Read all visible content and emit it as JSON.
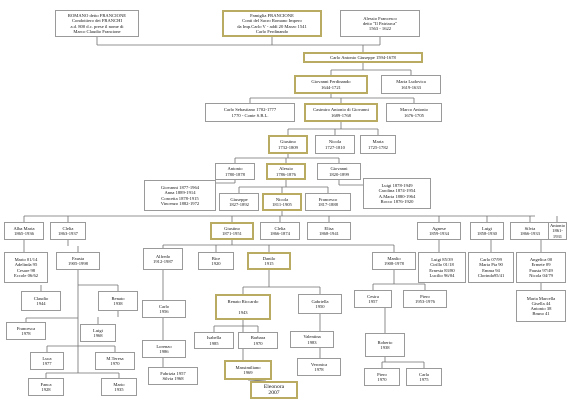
{
  "colors": {
    "line": "#6f6f6f",
    "box_border": "#9a9a9a",
    "highlight_border": "#b9ac62",
    "background": "#ffffff"
  },
  "nodes": {
    "n01": "ROMANO detto FRANCIONE\nCondottiero dei FRANCHI\na.d. 800 d.c. prese il nome di\nMarco Claudio Francione",
    "n02": "Famiglia FRANCIONE\nConti del Sacro Romano Impero\nda Imp.Carlo V - addì 20 Marzo 1541\nCarlo Ferdinando",
    "n03": "Alessio Francesco\ndetto \"Il Patriarca\"\n1563 - 1622",
    "n04": "Carlo Antonio Giuseppe 1594-1678",
    "n05": "Giovanni Ferdinando\n1644-1721",
    "n06": "Maria Ludovica\n1619-1633",
    "n07": "Carlo Sebastiano 1702-1777\n1770 - Conte S.B.L.",
    "n08": "Casimiro Antonio di Giovanni\n1689-1768",
    "n09": "Marco Antonio\n1676-1705",
    "n10": "Giustino\n1732-1809",
    "n11": "Nicola\n1727-1810",
    "n12": "Maria\n1725-1782",
    "n13": "Antonio\n1780-1878",
    "n14": "Alessio\n1786-1876",
    "n15": "Giovanni\n1820-1899",
    "n16": "Giovanni 1877-1964\nAnna 1889-1914\nConcetta 1878-1915\nVincenzo 1882-1972",
    "n17": "Giuseppe\n1827-1892",
    "n18": "Nicola\n1811-1905",
    "n19": "Francesco\n1817-1888",
    "n20": "Luigi 1878-1949\nCarolina 1874-1954\nA.Maria 1880-1964\nRocco 1876-1920",
    "n21": "Alba Maria\n1865-1936",
    "n22": "Clelia\n1863-1937",
    "n23": "Giustino\n1871-1951",
    "n24": "Clelia\n1866-1874",
    "n25": "Elisa\n1868-1941",
    "n26": "Agnese\n1859-1934",
    "n27": "Luigi\n1858-1930",
    "n28": "Silvia\n1866-1933",
    "n29": "Antonio\n1861-1931",
    "n30": "Mario 01/14\nAdelinda 95\nCesare 98\nEccole 06/62",
    "n31": "Fausta\n1905-1998",
    "n32": "Alfredo\n1912-1987",
    "n33": "Bice\n1920",
    "n34": "Danilo\n1915",
    "n35": "Manlio\n1908-1978",
    "n36": "Luigi 85/39\nCirillo 01/18\nErnesta 83/80\nLucilio 96/04",
    "n37": "Carlo 07/99\nMaria Pia 90\nEmma 94\nClorinda95/41",
    "n38": "Angelica 00\nErmete 09\nFausta 97/49\nNicola 04/79",
    "n39": "Maria Marcella\nGisella 44\nAntonio 38\nBruno 41",
    "n40": "Claudio\n1944",
    "n41": "Renato\n1938",
    "n42": "Carlo\n1956",
    "n43": "Renato Riccardo\n\n1943",
    "n44": "Gabriella\n1950",
    "n45": "Cesira\n1957",
    "n46": "Piero\n1953-1976",
    "n47": "Francesca\n1978",
    "n48": "Luigi\n1968",
    "n49": "Lorenzo\n1986",
    "n50": "Isabella\n1985",
    "n51": "Barbara\n1970",
    "n52": "Roberto\n1938",
    "n53": "Luca\n1977",
    "n54": "M.Teresa\n1970",
    "n55": "Valentina\n1983",
    "n56": "Massimiliano\n1969",
    "n57": "Eleonora\n2007",
    "n58": "Veronica\n1978",
    "n59": "Fabrizia 1957\nSilvia 1968",
    "n60": "Fanca\n1928",
    "n61": "Mario\n1935",
    "n62": "Piero\n1970",
    "n63": "Carla\n1975"
  }
}
